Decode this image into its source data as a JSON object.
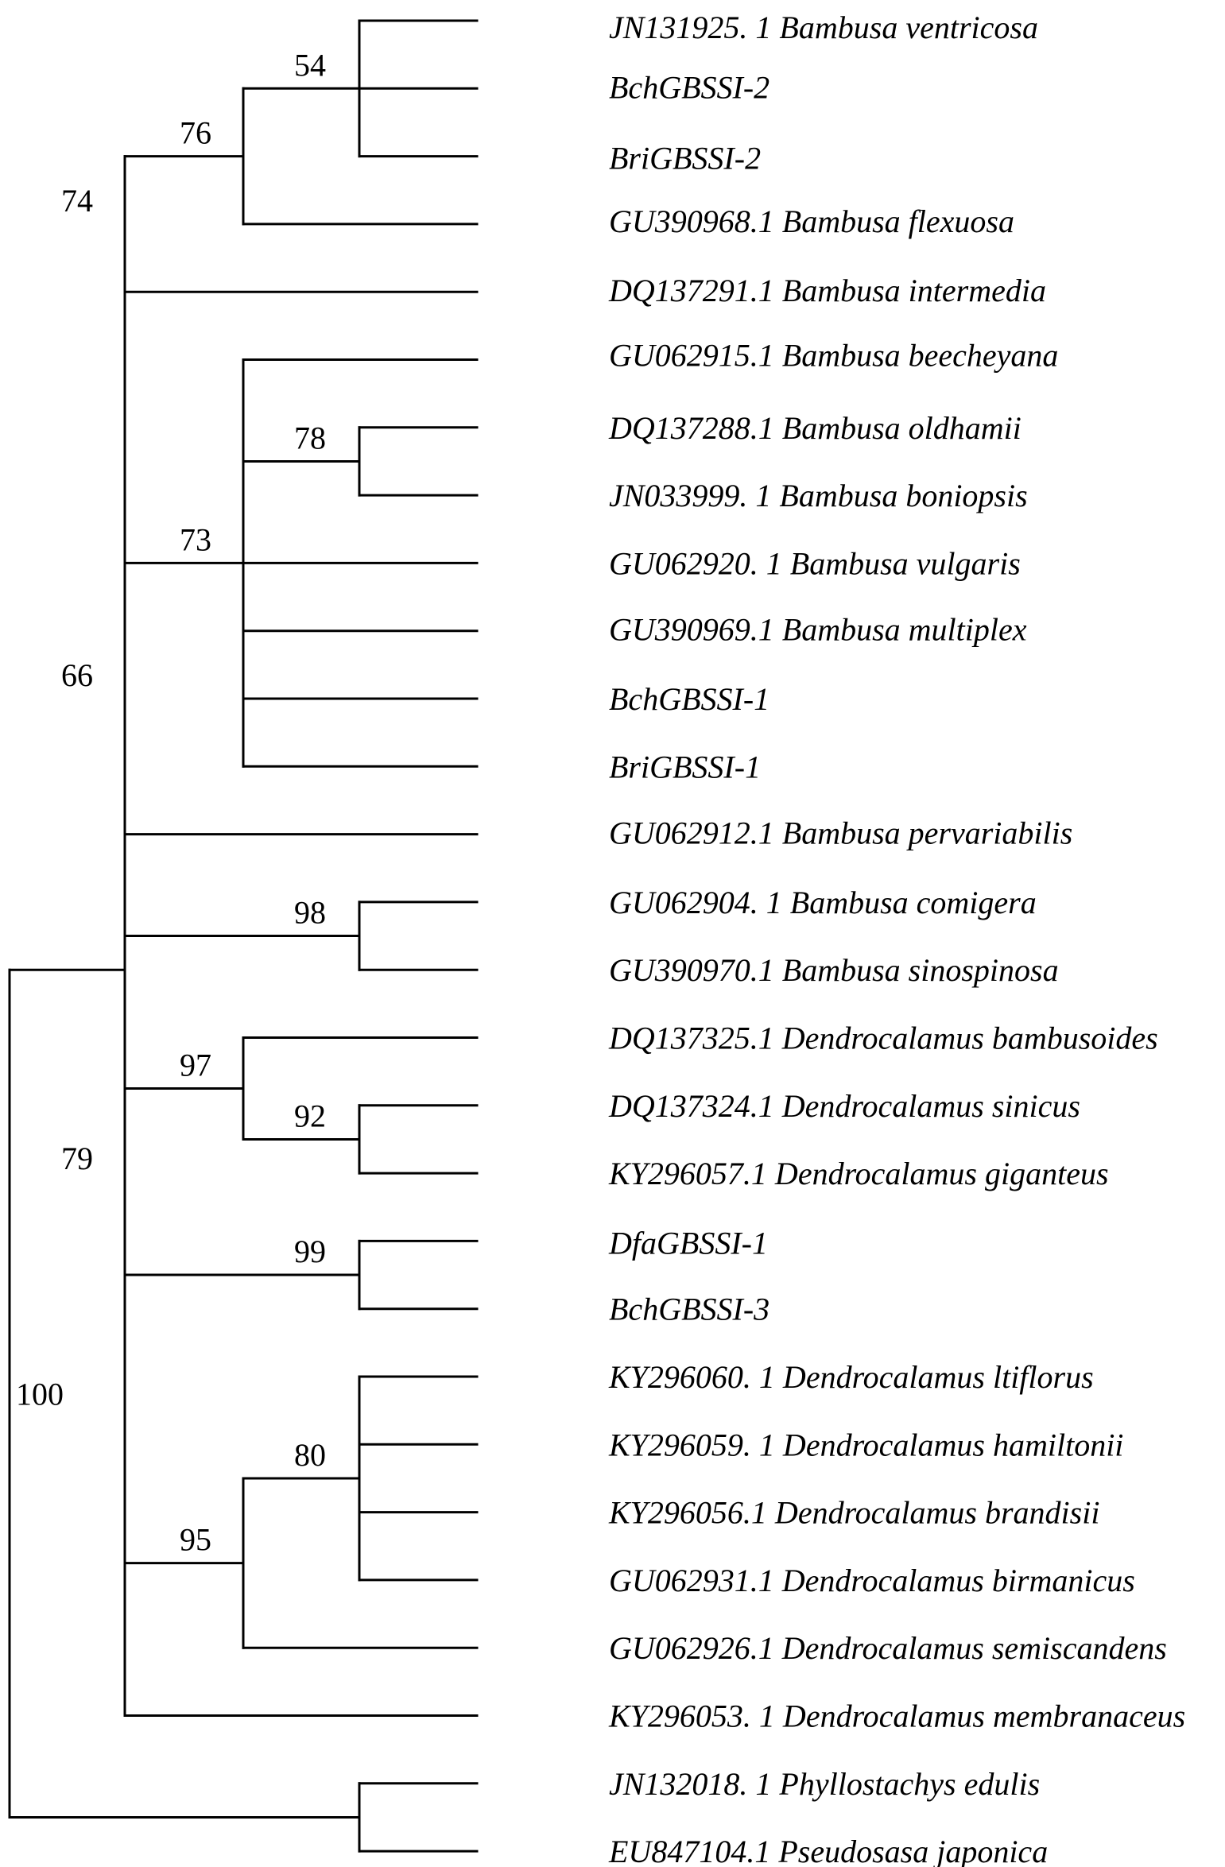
{
  "tree": {
    "root_support": "100",
    "taxa": [
      "JN131925. 1 Bambusa ventricosa",
      "BchGBSSI-2",
      "BriGBSSI-2",
      "GU390968.1 Bambusa flexuosa",
      "DQ137291.1 Bambusa intermedia",
      "GU062915.1 Bambusa beecheyana",
      "DQ137288.1 Bambusa oldhamii",
      "JN033999. 1 Bambusa boniopsis",
      "GU062920. 1 Bambusa vulgaris",
      "GU390969.1 Bambusa multiplex",
      "BchGBSSI-1",
      "BriGBSSI-1",
      "GU062912.1 Bambusa pervariabilis",
      "GU062904. 1 Bambusa comigera",
      "GU390970.1 Bambusa sinospinosa",
      "DQ137325.1 Dendrocalamus bambusoides",
      "DQ137324.1 Dendrocalamus sinicus",
      "KY296057.1 Dendrocalamus giganteus",
      "DfaGBSSI-1",
      "BchGBSSI-3",
      "KY296060. 1 Dendrocalamus ltiflorus",
      "KY296059. 1 Dendrocalamus hamiltonii",
      "KY296056.1 Dendrocalamus brandisii",
      "GU062931.1 Dendrocalamus birmanicus",
      "GU062926.1 Dendrocalamus semiscandens",
      "KY296053. 1 Dendrocalamus membranaceus",
      "JN132018. 1 Phyllostachys edulis",
      "EU847104.1 Pseudosasa japonica"
    ],
    "supports": [
      "54",
      "76",
      "74",
      "78",
      "73",
      "66",
      "98",
      "92",
      "97",
      "99",
      "79",
      "80",
      "95"
    ],
    "clades": [
      {
        "depth": 3,
        "members": [
          0,
          1,
          2
        ],
        "support": 0
      },
      {
        "depth": 2,
        "members": [
          "c0",
          3
        ],
        "support": 1
      },
      {
        "depth": 1,
        "members": [
          "c1",
          4
        ],
        "support": 2
      },
      {
        "depth": 3,
        "members": [
          6,
          7
        ],
        "support": 3
      },
      {
        "depth": 2,
        "members": [
          5,
          "c3",
          8,
          9,
          10,
          11
        ],
        "support": 4
      },
      {
        "depth": 1,
        "members": [
          "c4",
          12
        ],
        "support": 5
      },
      {
        "depth": 3,
        "members": [
          13,
          14
        ],
        "support": 6
      },
      {
        "depth": 3,
        "members": [
          16,
          17
        ],
        "support": 7
      },
      {
        "depth": 2,
        "members": [
          15,
          "c7"
        ],
        "support": 8
      },
      {
        "depth": 3,
        "members": [
          18,
          19
        ],
        "support": 9
      },
      {
        "depth": 1,
        "members": [
          "c8",
          "c9"
        ],
        "support": 10
      },
      {
        "depth": 3,
        "members": [
          20,
          21,
          22,
          23
        ],
        "support": 11
      },
      {
        "depth": 2,
        "members": [
          "c11",
          24
        ],
        "support": 12
      },
      {
        "depth": 3,
        "members": [
          26,
          27
        ],
        "support": null
      },
      {
        "depth": 1,
        "members": [
          "c2",
          "c5",
          "c6",
          "c10",
          "c12",
          25
        ],
        "support": null
      },
      {
        "depth": 0,
        "members": [
          "c14",
          "c13"
        ],
        "support": "root"
      }
    ]
  }
}
